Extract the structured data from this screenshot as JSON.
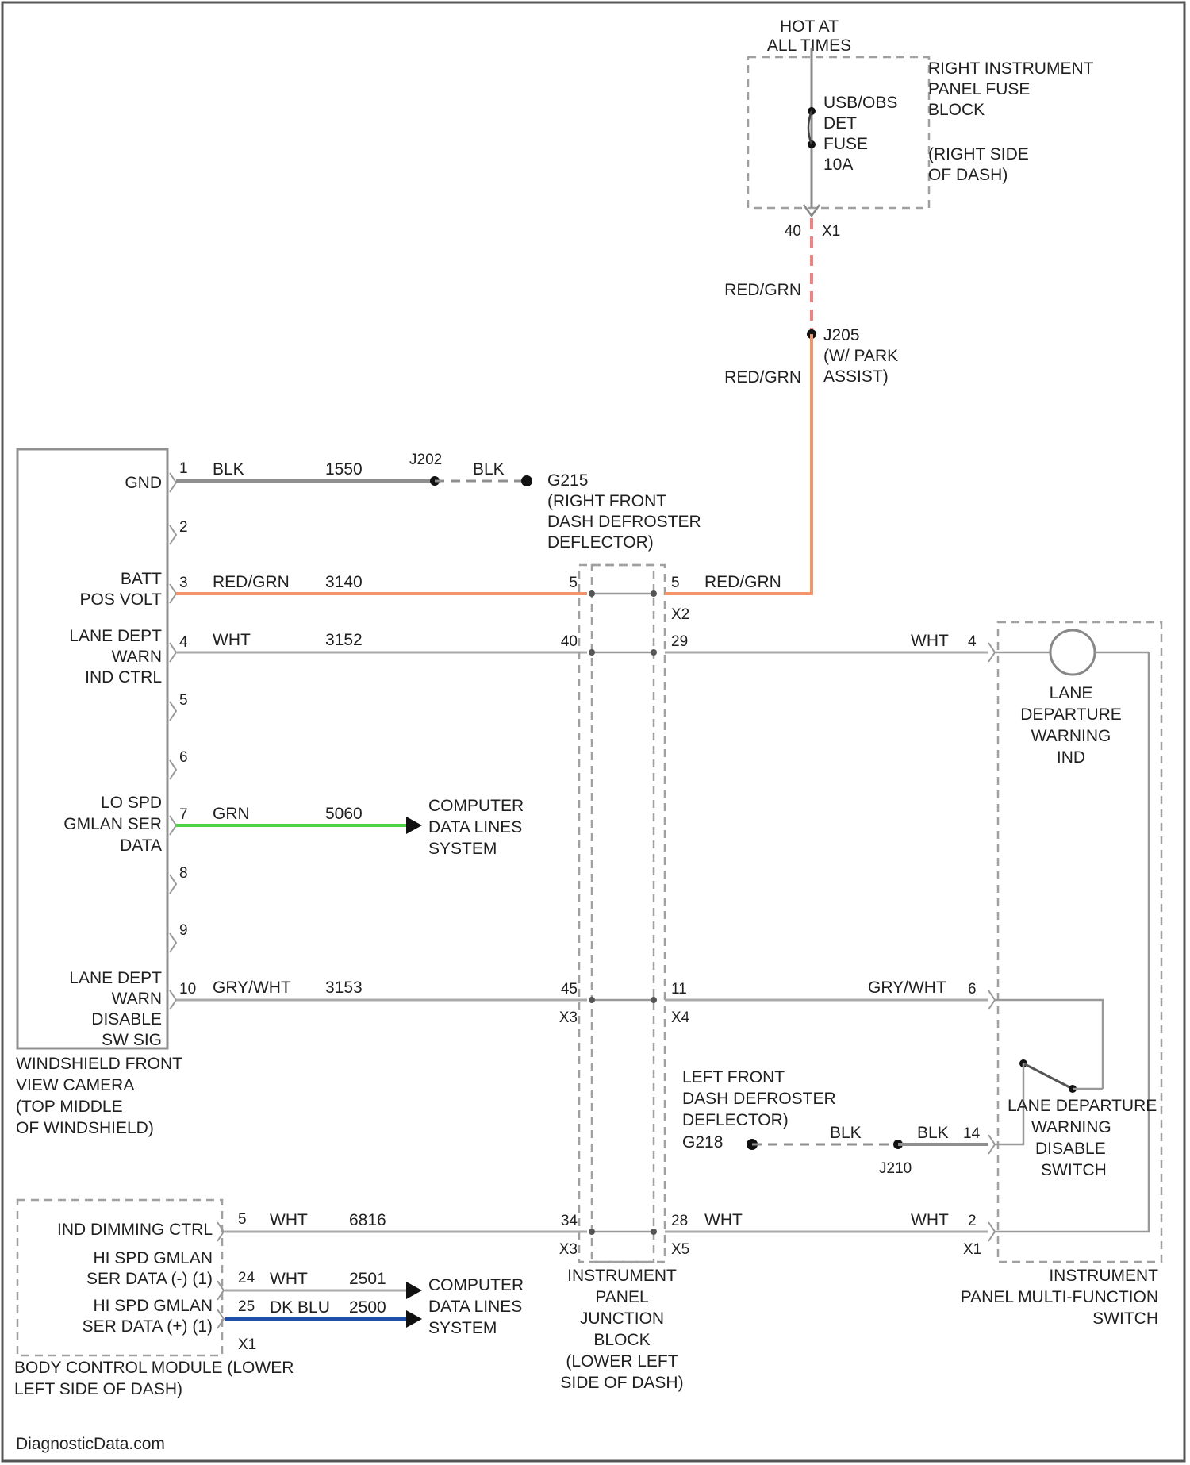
{
  "power": {
    "hot_label": [
      "HOT AT",
      "ALL TIMES"
    ],
    "fuse_block_label": [
      "RIGHT INSTRUMENT",
      "PANEL FUSE",
      "BLOCK"
    ],
    "fuse_block_location": [
      "(RIGHT SIDE",
      "OF DASH)"
    ],
    "fuse_label": [
      "USB/OBS",
      "DET",
      "FUSE",
      "10A"
    ],
    "fuse_pin": "40",
    "fuse_connector": "X1",
    "wire_color_1": "RED/GRN",
    "splice_label": [
      "J205",
      "(W/ PARK",
      "ASSIST)"
    ],
    "wire_color_2": "RED/GRN"
  },
  "camera": {
    "title": [
      "WINDSHIELD FRONT",
      "VIEW CAMERA",
      "(TOP MIDDLE",
      "OF WINDSHIELD)"
    ],
    "pins": [
      {
        "num": "1",
        "name": [
          "GND"
        ],
        "color": "BLK",
        "circuit": "1550"
      },
      {
        "num": "2",
        "name": [],
        "color": "",
        "circuit": ""
      },
      {
        "num": "3",
        "name": [
          "BATT",
          "POS VOLT"
        ],
        "color": "RED/GRN",
        "circuit": "3140"
      },
      {
        "num": "4",
        "name": [
          "LANE DEPT",
          "WARN",
          "IND CTRL"
        ],
        "color": "WHT",
        "circuit": "3152"
      },
      {
        "num": "5",
        "name": [],
        "color": "",
        "circuit": ""
      },
      {
        "num": "6",
        "name": [],
        "color": "",
        "circuit": ""
      },
      {
        "num": "7",
        "name": [
          "LO SPD",
          "GMLAN SER",
          "DATA"
        ],
        "color": "GRN",
        "circuit": "5060"
      },
      {
        "num": "8",
        "name": [],
        "color": "",
        "circuit": ""
      },
      {
        "num": "9",
        "name": [],
        "color": "",
        "circuit": ""
      },
      {
        "num": "10",
        "name": [
          "LANE DEPT",
          "WARN",
          "DISABLE",
          "SW SIG"
        ],
        "color": "GRY/WHT",
        "circuit": "3153"
      }
    ]
  },
  "ground_right": {
    "splice": "J202",
    "wire": "BLK",
    "ground_label": [
      "G215",
      "(RIGHT FRONT",
      "DASH DEFROSTER",
      "DEFLECTOR)"
    ]
  },
  "computer_link": {
    "label": [
      "COMPUTER",
      "DATA LINES",
      "SYSTEM"
    ]
  },
  "junction_block": {
    "label": [
      "INSTRUMENT",
      "PANEL",
      "JUNCTION",
      "BLOCK",
      "(LOWER LEFT",
      "SIDE OF DASH)"
    ],
    "row_batt": {
      "left_pin": "5",
      "right_pin": "5",
      "right_conn": "X2",
      "right_color": "RED/GRN"
    },
    "row_ind": {
      "left_pin": "40",
      "right_pin": "29",
      "right_color": "WHT"
    },
    "row_dis": {
      "left_pin": "45",
      "left_conn": "X3",
      "right_pin": "11",
      "right_conn": "X4",
      "right_color": "GRY/WHT"
    },
    "row_dim": {
      "left_pin": "34",
      "left_conn": "X3",
      "right_pin": "28",
      "right_conn": "X5",
      "right_color": "WHT"
    }
  },
  "mfs": {
    "title": [
      "INSTRUMENT",
      "PANEL MULTI-FUNCTION",
      "SWITCH"
    ],
    "indicator_label": [
      "LANE",
      "DEPARTURE",
      "WARNING",
      "IND"
    ],
    "switch_label": [
      "LANE DEPARTURE",
      "WARNING",
      "DISABLE",
      "SWITCH"
    ],
    "pin_ind": "4",
    "pin_dis": "6",
    "pin_gnd": "14",
    "pin_dim": "2",
    "connector": "X1",
    "wire_ind": "WHT",
    "wire_dis": "GRY/WHT",
    "wire_gnd": "BLK",
    "wire_dim": "WHT"
  },
  "ground_left": {
    "label": [
      "LEFT FRONT",
      "DASH DEFROSTER",
      "DEFLECTOR)"
    ],
    "ground_id": "G218",
    "splice": "J210",
    "wire": "BLK"
  },
  "bcm": {
    "title": [
      "BODY CONTROL MODULE (LOWER",
      "LEFT SIDE OF DASH)"
    ],
    "connector": "X1",
    "pins": [
      {
        "num": "5",
        "name": [
          "IND DIMMING CTRL"
        ],
        "color": "WHT",
        "circuit": "6816"
      },
      {
        "num": "24",
        "name": [
          "HI SPD GMLAN",
          "SER DATA (-) (1)"
        ],
        "color": "WHT",
        "circuit": "2501"
      },
      {
        "num": "25",
        "name": [
          "HI SPD GMLAN",
          "SER DATA (+) (1)"
        ],
        "color": "DK BLU",
        "circuit": "2500"
      }
    ]
  },
  "watermark": "DiagnosticData.com"
}
